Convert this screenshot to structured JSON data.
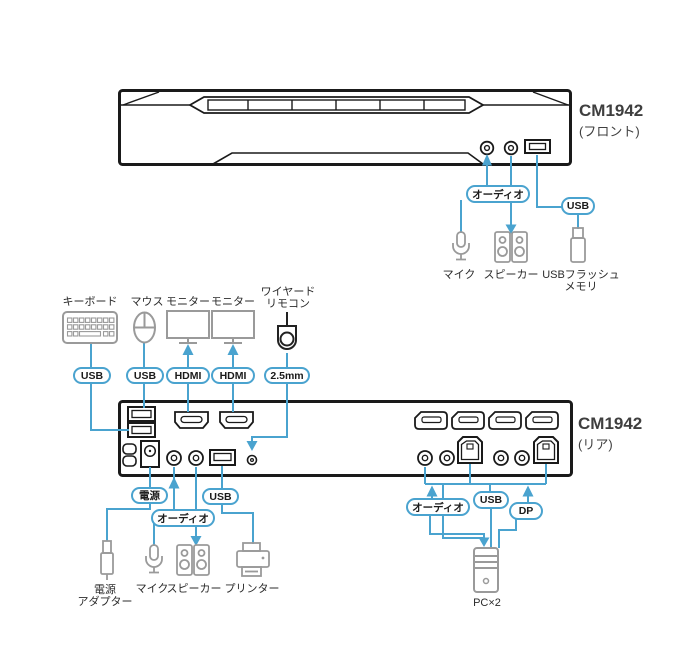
{
  "colors": {
    "line_blue": "#4aa3cf",
    "icon_gray": "#9a9a9a",
    "device_black": "#1a1a1a"
  },
  "front": {
    "model": "CM1942",
    "view_label": "(フロント)",
    "audio_pill": "オーディオ",
    "usb_pill": "USB",
    "mic_label": "マイク",
    "speaker_label": "スピーカー",
    "flash_label_line1": "USBフラッシュ",
    "flash_label_line2": "メモリ"
  },
  "rear": {
    "model": "CM1942",
    "view_label": "(リア)",
    "keyboard_label": "キーボード",
    "mouse_label": "マウス",
    "monitor1_label": "モニター",
    "monitor2_label": "モニター",
    "remote_label_line1": "ワイヤード",
    "remote_label_line2": "リモコン",
    "keyboard_pill": "USB",
    "mouse_pill": "USB",
    "hdmi1_pill": "HDMI",
    "hdmi2_pill": "HDMI",
    "remote_pill": "2.5mm",
    "power_pill": "電源",
    "audio_left_pill": "オーディオ",
    "usb_left_pill": "USB",
    "adapter_label_line1": "電源",
    "adapter_label_line2": "アダプター",
    "mic_label": "マイク",
    "speaker_label": "スピーカー",
    "printer_label": "プリンター",
    "audio_right_pill": "オーディオ",
    "usb_right_pill": "USB",
    "dp_pill": "DP",
    "pc_label": "PC×2"
  }
}
